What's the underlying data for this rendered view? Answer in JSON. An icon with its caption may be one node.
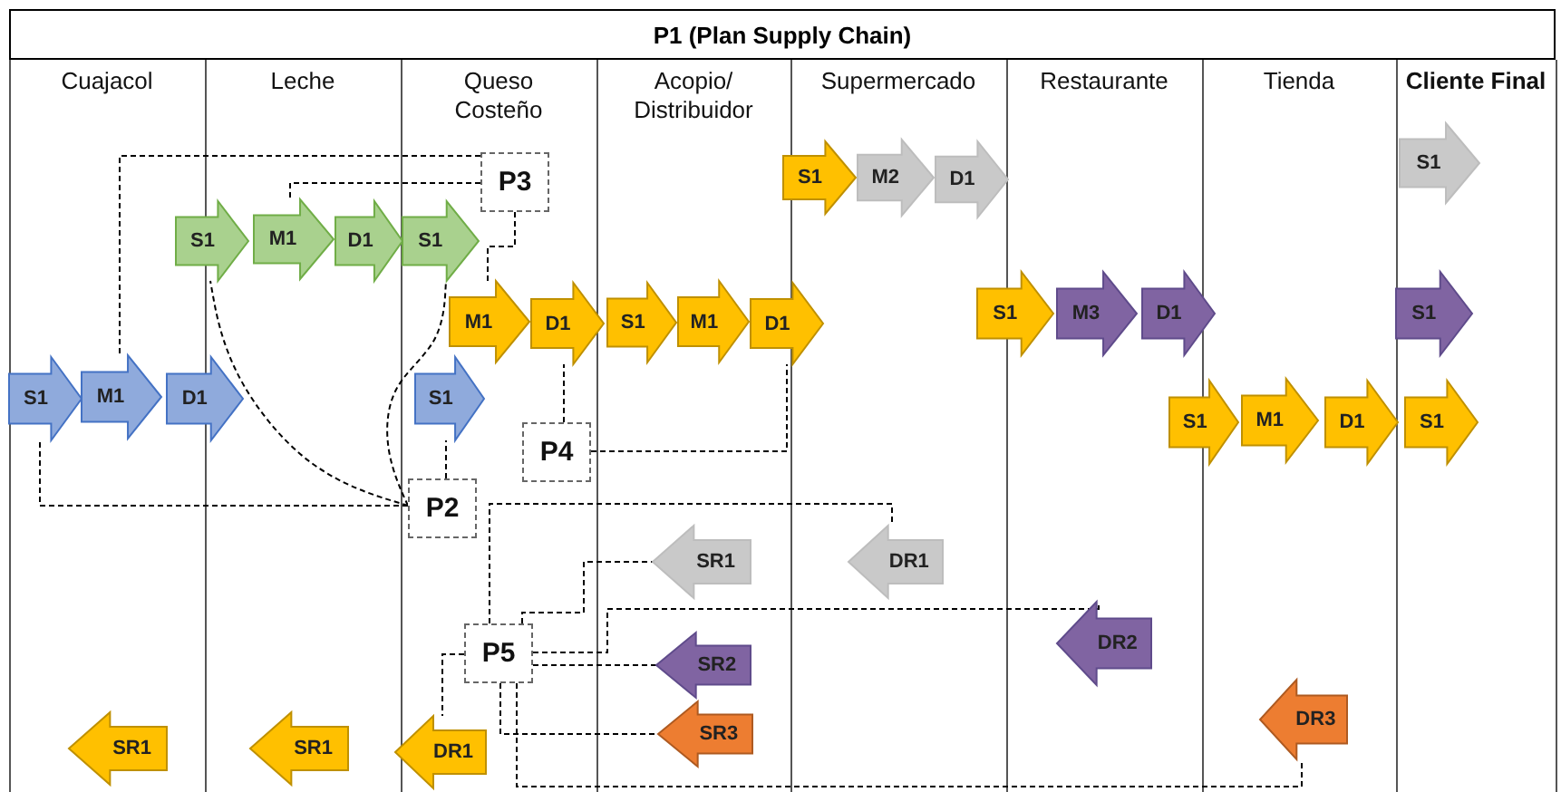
{
  "diagram": {
    "title": "P1 (Plan Supply Chain)",
    "nodes": [
      {
        "text": [
          "S1"
        ]
      },
      {
        "text": [
          "M2"
        ]
      },
      {
        "text": [
          "D1"
        ]
      },
      {
        "text": [
          "S1"
        ]
      },
      {
        "text": [
          "P3"
        ]
      },
      {
        "text": [
          "S1"
        ]
      },
      {
        "text": [
          "M1"
        ]
      },
      {
        "text": [
          "D1"
        ]
      },
      {
        "text": [
          "S1"
        ]
      },
      {
        "text": [
          "M1"
        ]
      },
      {
        "text": [
          "D1"
        ]
      },
      {
        "text": [
          "S1"
        ]
      },
      {
        "text": [
          "M1"
        ]
      },
      {
        "text": [
          "D1"
        ]
      },
      {
        "text": [
          "S1"
        ]
      },
      {
        "text": [
          "M3"
        ]
      },
      {
        "text": [
          "D1"
        ]
      },
      {
        "text": [
          "S1"
        ]
      },
      {
        "text": [
          "S1"
        ]
      },
      {
        "text": [
          "M1"
        ]
      },
      {
        "text": [
          "D1"
        ]
      },
      {
        "text": [
          "S1"
        ]
      },
      {
        "text": [
          "S1"
        ]
      },
      {
        "text": [
          "M1"
        ]
      },
      {
        "text": [
          "D1"
        ]
      },
      {
        "text": [
          "S1"
        ]
      },
      {
        "text": [
          "P4"
        ]
      },
      {
        "text": [
          "P2"
        ]
      },
      {
        "text": [
          "SR1"
        ]
      },
      {
        "text": [
          "DR1"
        ]
      },
      {
        "text": [
          "P5"
        ]
      },
      {
        "text": [
          "DR2"
        ]
      },
      {
        "text": [
          "SR2"
        ]
      },
      {
        "text": [
          "DR3"
        ]
      },
      {
        "text": [
          "SR3"
        ]
      },
      {
        "text": [
          "SR1"
        ]
      },
      {
        "text": [
          "SR1"
        ]
      },
      {
        "text": [
          "DR1"
        ]
      }
    ],
    "edges": [
      {
        "from": 4,
        "to": 6,
        "arrow": "none",
        "style": "dashed"
      },
      {
        "from": 4,
        "to": 19,
        "arrow": "none",
        "style": "dashed"
      },
      {
        "from": 4,
        "to": 9,
        "arrow": "none",
        "style": "dashed"
      },
      {
        "from": 27,
        "to": 18,
        "arrow": "none",
        "style": "dashed"
      },
      {
        "from": 27,
        "to": 5,
        "arrow": "none",
        "style": "dashed"
      },
      {
        "from": 27,
        "to": 8,
        "arrow": "none",
        "style": "dashed"
      },
      {
        "from": 27,
        "to": 21,
        "arrow": "none",
        "style": "dashed"
      },
      {
        "from": 26,
        "to": 10,
        "arrow": "none",
        "style": "dashed"
      },
      {
        "from": 26,
        "to": 13,
        "arrow": "none",
        "style": "dashed"
      },
      {
        "from": 30,
        "to": 29,
        "arrow": "none",
        "style": "dashed"
      },
      {
        "from": 30,
        "to": 28,
        "arrow": "none",
        "style": "dashed"
      },
      {
        "from": 30,
        "to": 31,
        "arrow": "none",
        "style": "dashed"
      },
      {
        "from": 30,
        "to": 32,
        "arrow": "none",
        "style": "dashed"
      },
      {
        "from": 30,
        "to": 34,
        "arrow": "none",
        "style": "dashed"
      },
      {
        "from": 30,
        "to": 37,
        "arrow": "none",
        "style": "dashed"
      },
      {
        "from": 30,
        "to": 33,
        "arrow": "none",
        "style": "dashed"
      }
    ],
    "labels": [
      "Cuajacol",
      "Leche",
      "Queso Costeño",
      "Acopio/ Distribuidor",
      "Supermercado",
      "Restaurante",
      "Tienda",
      "Cliente Final"
    ]
  }
}
